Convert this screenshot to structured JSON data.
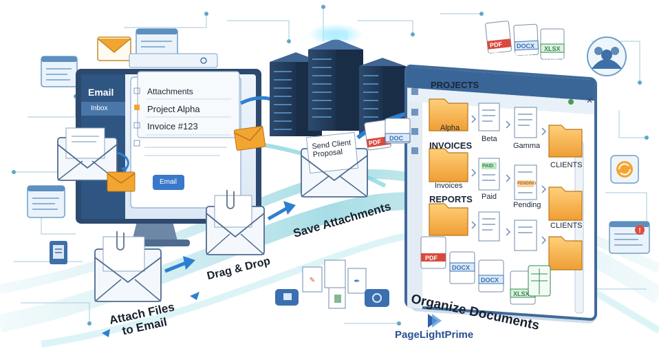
{
  "email_window": {
    "title": "Email",
    "inbox_label": "Inbox",
    "attachments_header": "Attachments",
    "items": [
      "Project Alpha",
      "Invoice #123"
    ],
    "send_button": "Email"
  },
  "dms_window": {
    "title": "Document Management System (DMS)",
    "sections": [
      {
        "header": "PROJECTS",
        "items": [
          "Alpha",
          "Beta",
          "Gamma",
          "CLIENTS"
        ]
      },
      {
        "header": "INVOICES",
        "items": [
          "Invoices",
          "Paid",
          "Pending",
          "CLIENTS"
        ]
      },
      {
        "header": "REPORTS",
        "items": []
      }
    ],
    "doc_stamps": [
      "PAID",
      "PENDING"
    ]
  },
  "envelope_label": "Send Client Proposal",
  "steps": {
    "attach": "Attach Files to Email",
    "attach_line1": "Attach Files",
    "attach_line2": "to Email",
    "drag": "Drag & Drop",
    "save": "Save Attachments",
    "organize": "Organize Documents"
  },
  "file_badges": {
    "top": [
      "PDF",
      "DOCX",
      "XLSX"
    ],
    "middle": [
      "PDF",
      "DOC"
    ],
    "bottom": [
      "PDF",
      "DOCX",
      "DOCX",
      "XLSX"
    ]
  },
  "brand": "PageLightPrime",
  "colors": {
    "navy": "#2c4a6e",
    "blue": "#3a78c9",
    "teal": "#4fb8c4",
    "orange": "#f3a531",
    "folder": "#f6b04c",
    "pdf_red": "#d94a3d",
    "docx_blue": "#2f6fb8",
    "xlsx_green": "#2e8b4a"
  }
}
